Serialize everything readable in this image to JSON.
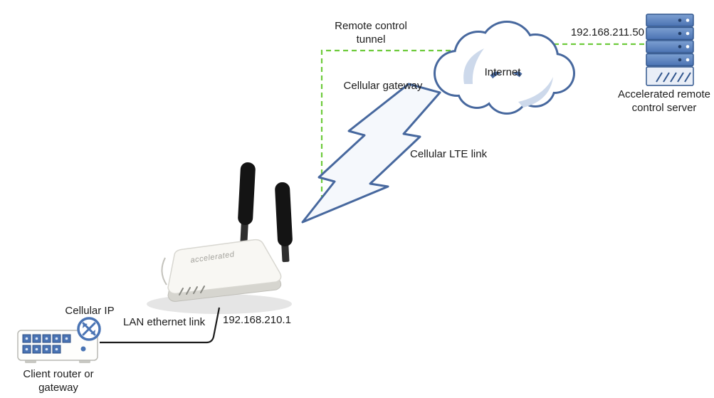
{
  "labels": {
    "remote_control_tunnel": "Remote control tunnel",
    "server_ip": "192.168.211.50",
    "internet": "Internet",
    "cellular_gateway": "Cellular gateway",
    "accelerated_server": "Accelerated remote control server",
    "cellular_lte_link": "Cellular LTE link",
    "cellular_ip": "Cellular IP",
    "lan_ethernet_link": "LAN ethernet link",
    "gateway_ip": "192.168.210.1",
    "client_router": "Client router or gateway",
    "device_brand": "accelerated"
  },
  "icons": {
    "cloud": "internet-cloud-icon",
    "server": "server-stack-icon",
    "gateway_device": "cellular-gateway-device-icon",
    "switch": "client-switch-icon",
    "router_symbol": "router-crossed-arrows-icon",
    "lightning": "lte-lightning-bolt-icon"
  },
  "colors": {
    "tunnel_green": "#6ecb3c",
    "outline_blue": "#47689e",
    "swoosh_blue": "#cdd9eb",
    "server_blue": "#5b82c0",
    "link_black": "#1c1c1c",
    "device_white": "#f8f7f3",
    "antenna_black": "#141414"
  }
}
